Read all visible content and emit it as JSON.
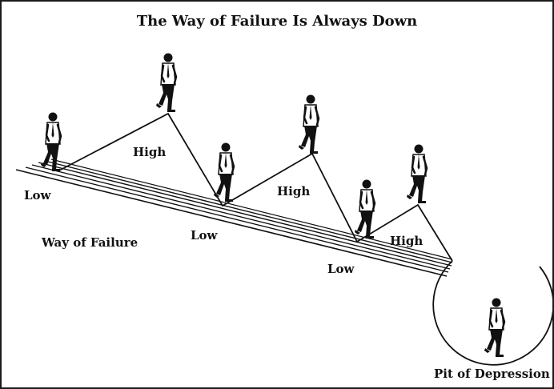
{
  "title": "The Way of Failure Is Always Down",
  "labels": {
    "low_1": "Low",
    "low_2": "Low",
    "low_3": "Low",
    "high_1": "High",
    "high_2": "High",
    "high_3": "High",
    "way_of_failure": "Way of Failure",
    "pit_of_depression": "Pit of Depression"
  },
  "colors": {
    "ink": "#111111",
    "background": "#ffffff"
  },
  "figures": [
    "walking-man-figure",
    "walking-man-figure",
    "walking-man-figure",
    "walking-man-figure",
    "walking-man-figure",
    "walking-man-figure",
    "walking-man-figure"
  ]
}
